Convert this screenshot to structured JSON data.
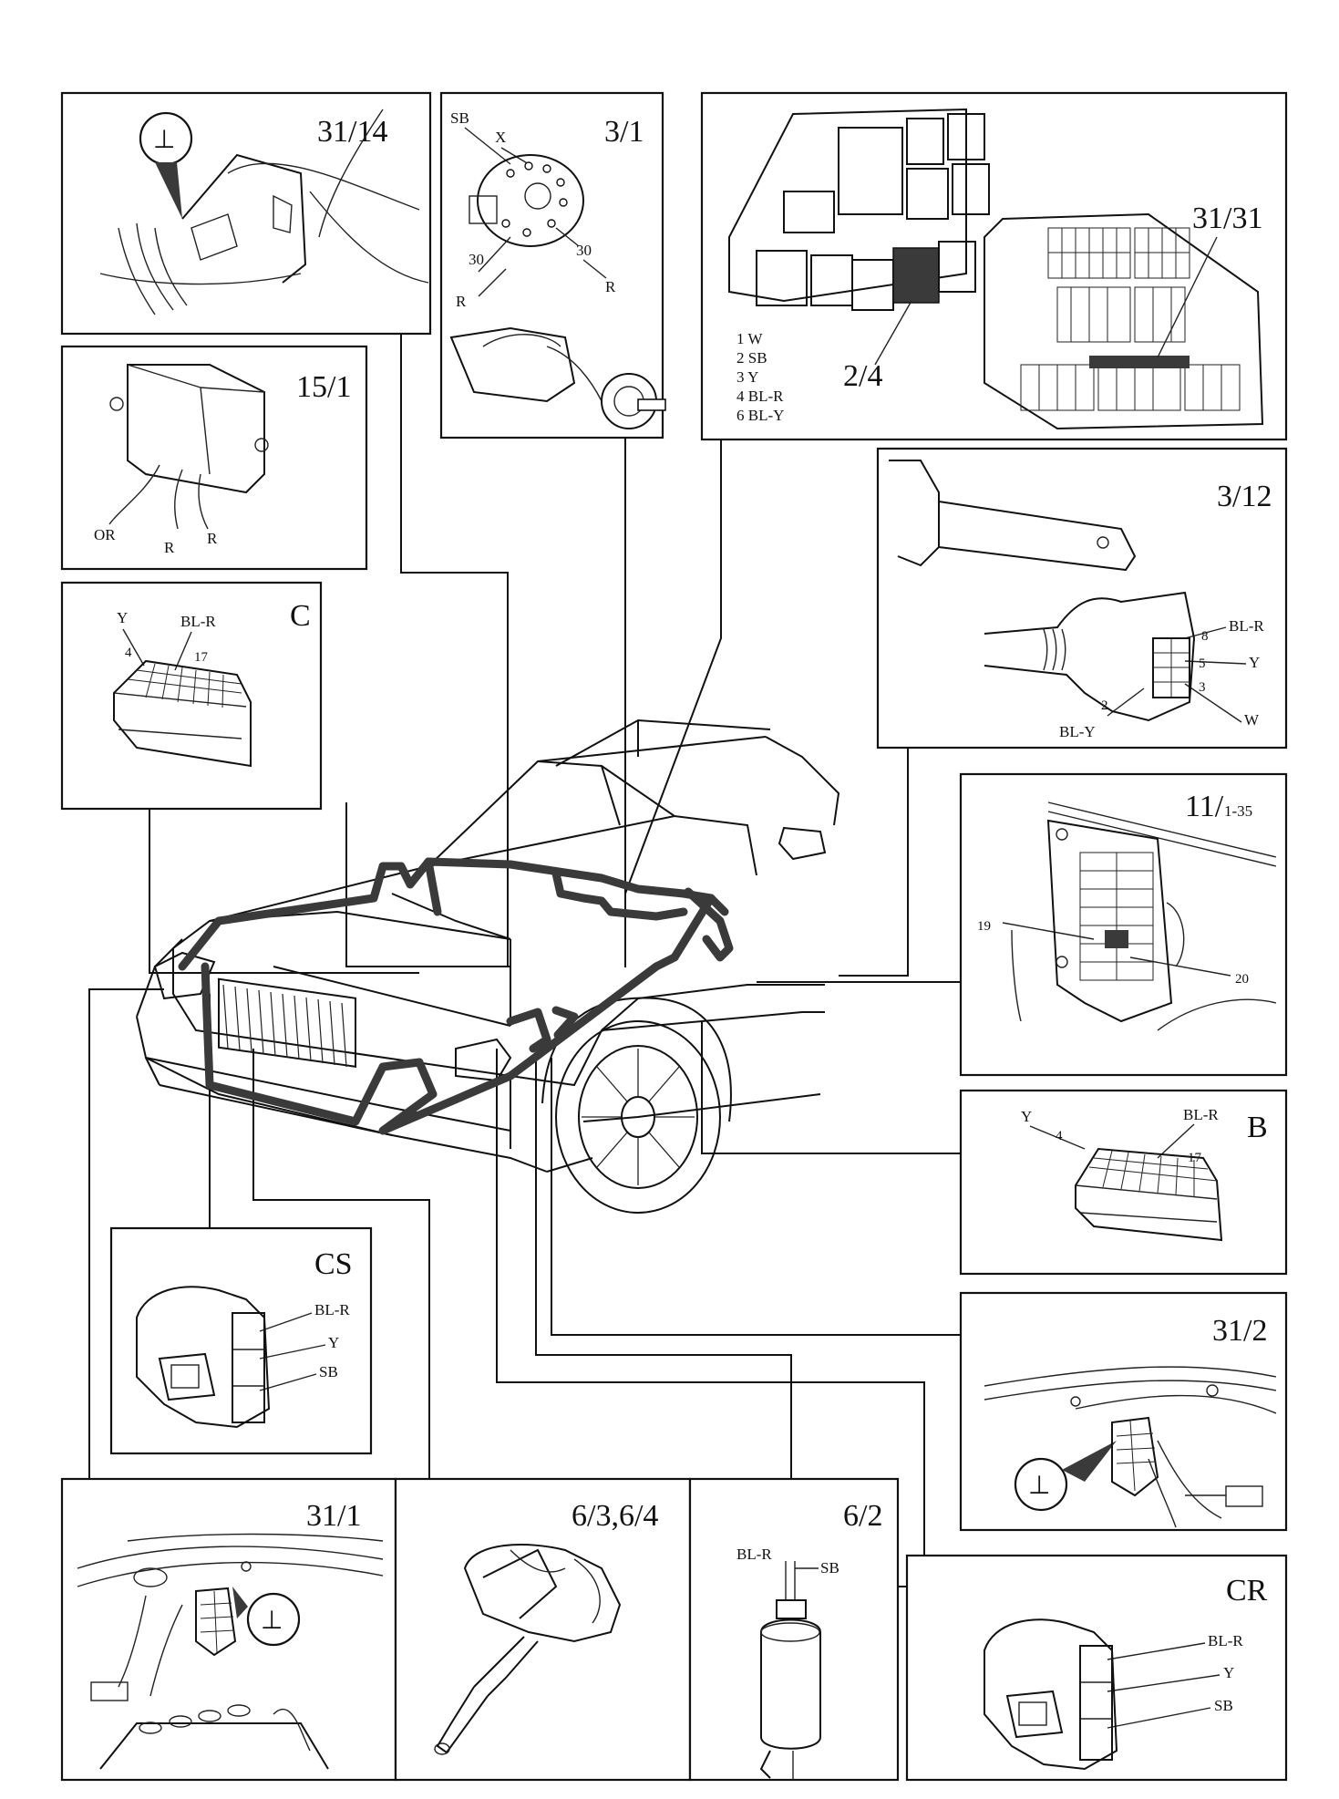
{
  "panels": {
    "p31_14": {
      "title": "31/14",
      "ground_symbol": "⊥"
    },
    "p3_1": {
      "title": "3/1",
      "labels": [
        "SB",
        "X",
        "30",
        "30",
        "R",
        "R"
      ]
    },
    "p2_4": {
      "title": "2/4",
      "title2": "31/31",
      "legend": [
        "1 W",
        "2 SB",
        "3 Y",
        "4 BL-R",
        "6 BL-Y"
      ]
    },
    "p15_1": {
      "title": "15/1",
      "labels": [
        "OR",
        "R",
        "R"
      ]
    },
    "p3_12": {
      "title": "3/12",
      "labels": [
        "BL-R",
        "8",
        "Y",
        "5",
        "3",
        "W",
        "2",
        "BL-Y"
      ]
    },
    "pC": {
      "title": "C",
      "labels": [
        "Y",
        "BL-R",
        "4",
        "17"
      ]
    },
    "p11": {
      "title": "11/",
      "subtitle": "1-35",
      "labels": [
        "19",
        "20"
      ]
    },
    "pB": {
      "title": "B",
      "labels": [
        "Y",
        "4",
        "BL-R",
        "17"
      ]
    },
    "pCS": {
      "title": "CS",
      "labels": [
        "BL-R",
        "Y",
        "SB"
      ]
    },
    "p31_2": {
      "title": "31/2",
      "ground_symbol": "⊥"
    },
    "p31_1": {
      "title": "31/1",
      "ground_symbol": "⊥"
    },
    "p6_3": {
      "title": "6/3,6/4"
    },
    "p6_2": {
      "title": "6/2",
      "labels": [
        "BL-R",
        "SB"
      ]
    },
    "pCR": {
      "title": "CR",
      "labels": [
        "BL-R",
        "Y",
        "SB"
      ]
    }
  }
}
